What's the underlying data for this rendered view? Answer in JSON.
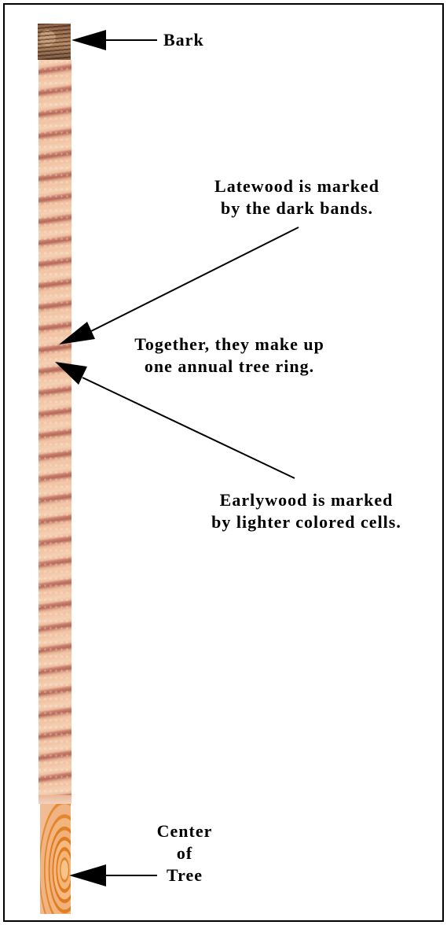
{
  "labels": {
    "bark": "Bark",
    "latewood": [
      "Latewood is marked",
      "by the dark bands."
    ],
    "together": [
      "Together, they make up",
      "one annual tree ring."
    ],
    "earlywood": [
      "Earlywood is marked",
      "by lighter colored cells."
    ],
    "center": [
      "Center",
      "of",
      "Tree"
    ]
  },
  "colors": {
    "arrow": "#000000",
    "frame": "#000000"
  }
}
